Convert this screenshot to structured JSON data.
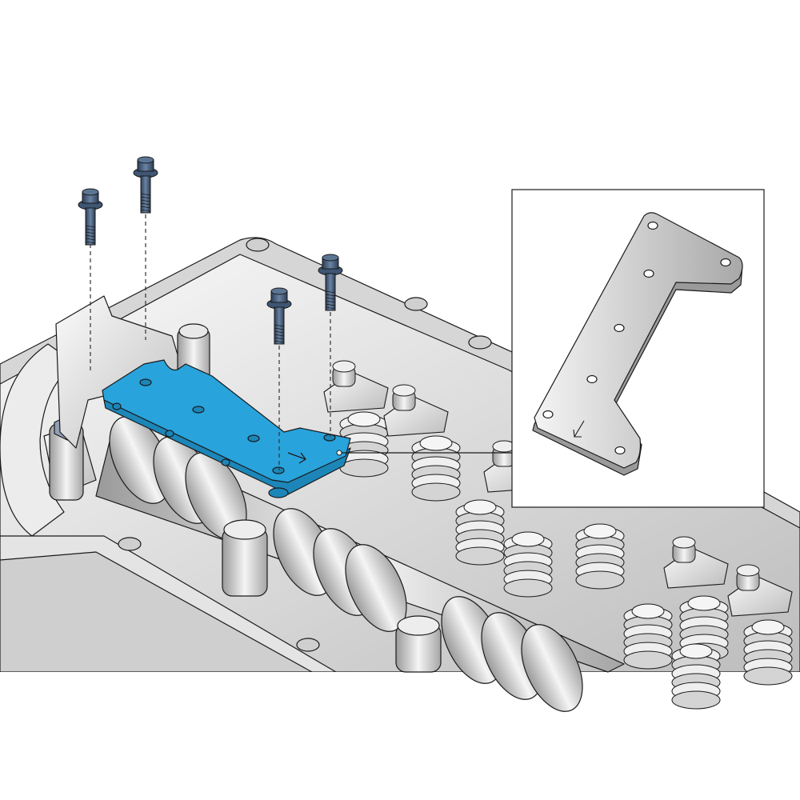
{
  "colors": {
    "bracket": "#29a3dc",
    "bolt": "#3f5674",
    "metal_light": "#f2f2f2",
    "metal_mid": "#c9c9c9",
    "metal_dark": "#9a9a9a",
    "outline": "#1a1a1a",
    "inset_border": "#1a1a1a"
  },
  "icons": {
    "arrow_mark": "down-right-arrow-engraving",
    "inset_arrow_mark": "down-left-arrow-engraving"
  },
  "bolts": [
    {
      "id": "bolt-1"
    },
    {
      "id": "bolt-2"
    },
    {
      "id": "bolt-3"
    },
    {
      "id": "bolt-4"
    }
  ]
}
